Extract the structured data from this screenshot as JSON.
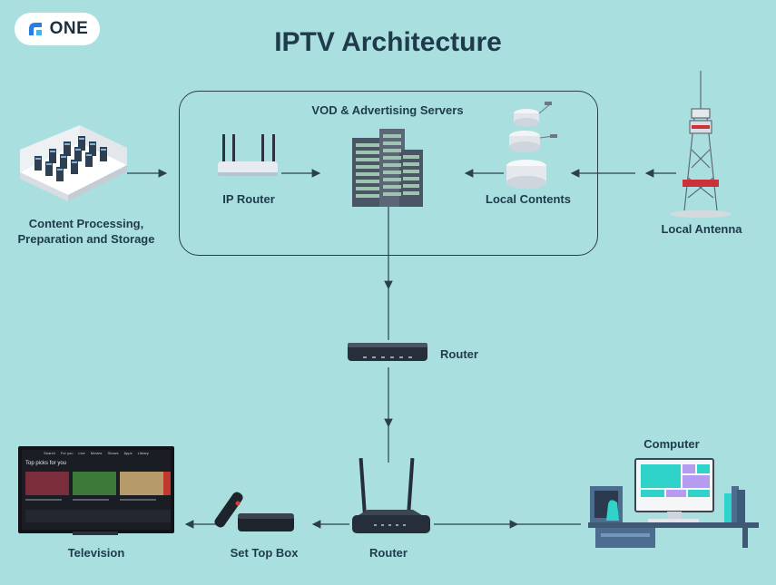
{
  "logo": {
    "text": "ONE"
  },
  "title": "IPTV Architecture",
  "nodes": {
    "content_processing": "Content Processing,",
    "content_processing_2": "Preparation and Storage",
    "ip_router": "IP Router",
    "vod_servers": "VOD & Advertising Servers",
    "local_contents": "Local Contents",
    "local_antenna": "Local Antenna",
    "router_middle": "Router",
    "router_bottom": "Router",
    "set_top_box": "Set Top Box",
    "television": "Television",
    "computer": "Computer"
  },
  "tv_screen": {
    "heading": "Top picks for you",
    "nav": [
      "Search",
      "For you",
      "Live",
      "Movies",
      "Shows",
      "Apps",
      "Library"
    ]
  },
  "colors": {
    "background": "#a9e0df",
    "text": "#1f3a4a",
    "line": "#2b3f4c",
    "accent_teal": "#2fd3c9",
    "accent_purple": "#b59cf0"
  }
}
